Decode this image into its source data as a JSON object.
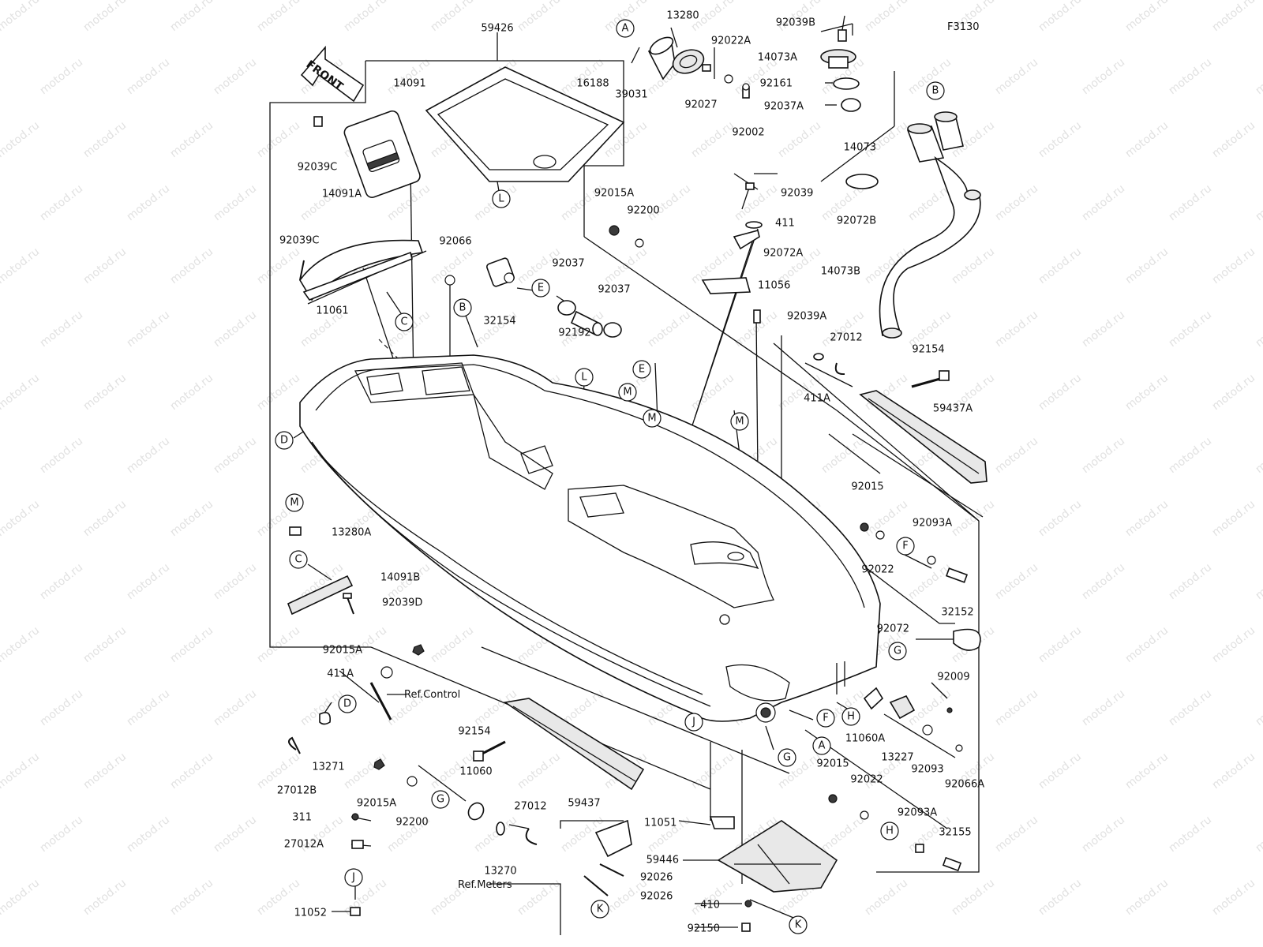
{
  "diagram_code": "F3130",
  "front_label": "FRONT",
  "watermark": "motod.ru",
  "part_labels": {
    "p59426": "59426",
    "p14091": "14091",
    "p16188": "16188",
    "p92039C_1": "92039C",
    "p14091A": "14091A",
    "p92039C_2": "92039C",
    "p92066": "92066",
    "p11061": "11061",
    "p32154": "32154",
    "p92037_1": "92037",
    "p92037_2": "92037",
    "p92192": "92192",
    "p39031": "39031",
    "p13280": "13280",
    "p92022A": "92022A",
    "p92027": "92027",
    "p92002": "92002",
    "p92039B": "92039B",
    "p14073A": "14073A",
    "p92161": "92161",
    "p92037A": "92037A",
    "p14073": "14073",
    "p92072B": "92072B",
    "p14073B": "14073B",
    "p92015A_1": "92015A",
    "p92200_1": "92200",
    "p92039": "92039",
    "p411": "411",
    "p92072A": "92072A",
    "p11056": "11056",
    "p92039A": "92039A",
    "p27012_1": "27012",
    "p411A_1": "411A",
    "p92154_1": "92154",
    "p59437A": "59437A",
    "p92015_1": "92015",
    "p92093A_1": "92093A",
    "p92022_1": "92022",
    "p32152": "32152",
    "p92072": "92072",
    "p92009": "92009",
    "p11060A": "11060A",
    "p13227": "13227",
    "p92093": "92093",
    "p92066A": "92066A",
    "p92015_2": "92015",
    "p92022_2": "92022",
    "p92093A_2": "92093A",
    "p32155": "32155",
    "p13280A": "13280A",
    "p14091B": "14091B",
    "p92039D": "92039D",
    "p92015A_2": "92015A",
    "p411A_2": "411A",
    "p13271": "13271",
    "p27012B": "27012B",
    "p92154_2": "92154",
    "p11060": "11060",
    "p59437": "59437",
    "p92015A_3": "92015A",
    "p92200_2": "92200",
    "p27012_2": "27012",
    "p311": "311",
    "p27012A": "27012A",
    "p13270": "13270",
    "p11052": "11052",
    "p11051": "11051",
    "p59446": "59446",
    "p92026_1": "92026",
    "p92026_2": "92026",
    "p410": "410",
    "p92150": "92150"
  },
  "references": {
    "control": "Ref.Control",
    "meters": "Ref.Meters"
  },
  "callout_letters": {
    "A1": "A",
    "A2": "A",
    "B1": "B",
    "B2": "B",
    "C1": "C",
    "C2": "C",
    "D1": "D",
    "D2": "D",
    "E1": "E",
    "E2": "E",
    "F1": "F",
    "F2": "F",
    "G1": "G",
    "G2": "G",
    "G3": "G",
    "H1": "H",
    "H2": "H",
    "J1": "J",
    "J2": "J",
    "K1": "K",
    "K2": "K",
    "L1": "L",
    "L2": "L",
    "M1": "M",
    "M2": "M",
    "M3": "M",
    "M4": "M"
  }
}
